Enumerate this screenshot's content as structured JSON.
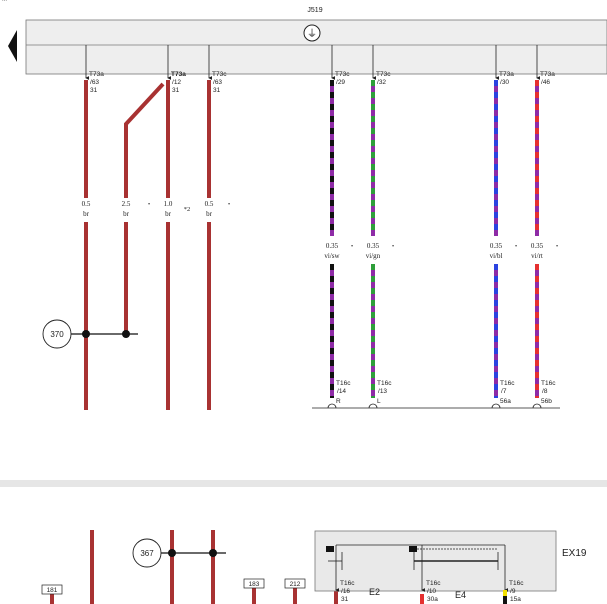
{
  "header_note": "...",
  "control_unit": "J519",
  "ground_symbol": "⏚",
  "colors": {
    "brown": "#a83232",
    "violet": "#8e2ba6",
    "black": "#111111",
    "green": "#2e9e3a",
    "blue": "#2a43e0",
    "red": "#e53030",
    "yellow": "#f2e000"
  },
  "top_wires": [
    {
      "id": "w1",
      "connector": "T73a",
      "pin": "63",
      "circuit": "31",
      "size": "0.5",
      "color_code": "br",
      "mark": ""
    },
    {
      "id": "w2",
      "connector": "",
      "pin": "",
      "circuit": "",
      "size": "2.5",
      "color_code": "br",
      "mark": ""
    },
    {
      "id": "w3",
      "connector": "T73a",
      "pin": "12",
      "circuit": "31",
      "size": "1.0",
      "color_code": "br",
      "mark": "*2"
    },
    {
      "id": "w4",
      "connector": "T73c",
      "pin": "63",
      "circuit": "31",
      "size": "0.5",
      "color_code": "br",
      "mark": ""
    },
    {
      "id": "w5",
      "connector": "T73c",
      "pin": "29",
      "circuit": "",
      "size": "0.35",
      "color_code": "vi/sw",
      "bottom_connector": "T16c",
      "bottom_pin": "14",
      "bottom_signal": "R"
    },
    {
      "id": "w6",
      "connector": "T73c",
      "pin": "32",
      "circuit": "",
      "size": "0.35",
      "color_code": "vi/gn",
      "bottom_connector": "T16c",
      "bottom_pin": "13",
      "bottom_signal": "L"
    },
    {
      "id": "w7",
      "connector": "T73a",
      "pin": "30",
      "circuit": "",
      "size": "0.35",
      "color_code": "vi/bl",
      "bottom_connector": "T16c",
      "bottom_pin": "7",
      "bottom_signal": "56a"
    },
    {
      "id": "w8",
      "connector": "T73a",
      "pin": "46",
      "circuit": "",
      "size": "0.35",
      "color_code": "vi/rt",
      "bottom_connector": "T16c",
      "bottom_pin": "8",
      "bottom_signal": "56b"
    }
  ],
  "ground_points": {
    "top": "370",
    "bottom": "367"
  },
  "bottom_tags": [
    "181",
    "183",
    "212"
  ],
  "bottom_connectors": [
    {
      "connector": "T16c",
      "pin": "16",
      "circuit": "31"
    },
    {
      "connector": "T16c",
      "pin": "10",
      "circuit": "30a"
    },
    {
      "connector": "T16c",
      "pin": "9",
      "circuit": "15a"
    }
  ],
  "components": {
    "switch_e2": "E2",
    "switch_e4": "E4",
    "module": "EX19"
  }
}
